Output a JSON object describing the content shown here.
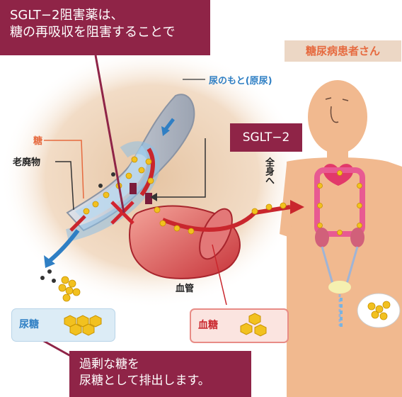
{
  "callout_top": {
    "line1": "SGLT−2阻害薬は、",
    "line2": "糖の再吸収を阻害することで"
  },
  "callout_sglt": "SGLT−2",
  "callout_bottom": {
    "line1": "過剰な糖を",
    "line2": "尿糖として排出します。"
  },
  "patient_label": "糖尿病患者さん",
  "labels": {
    "urine_origin": "尿のもと(原尿)",
    "sugar": "糖",
    "waste": "老廃物",
    "whole_body": "全身へ",
    "blood_vessel": "血管"
  },
  "box_urine": "尿糖",
  "box_blood": "血糖",
  "colors": {
    "callout": "#8f2447",
    "arrow_red": "#c9262d",
    "arrow_blue": "#2f7fc4",
    "glucose": "#f2c11f",
    "skin": "#f1b98f"
  }
}
